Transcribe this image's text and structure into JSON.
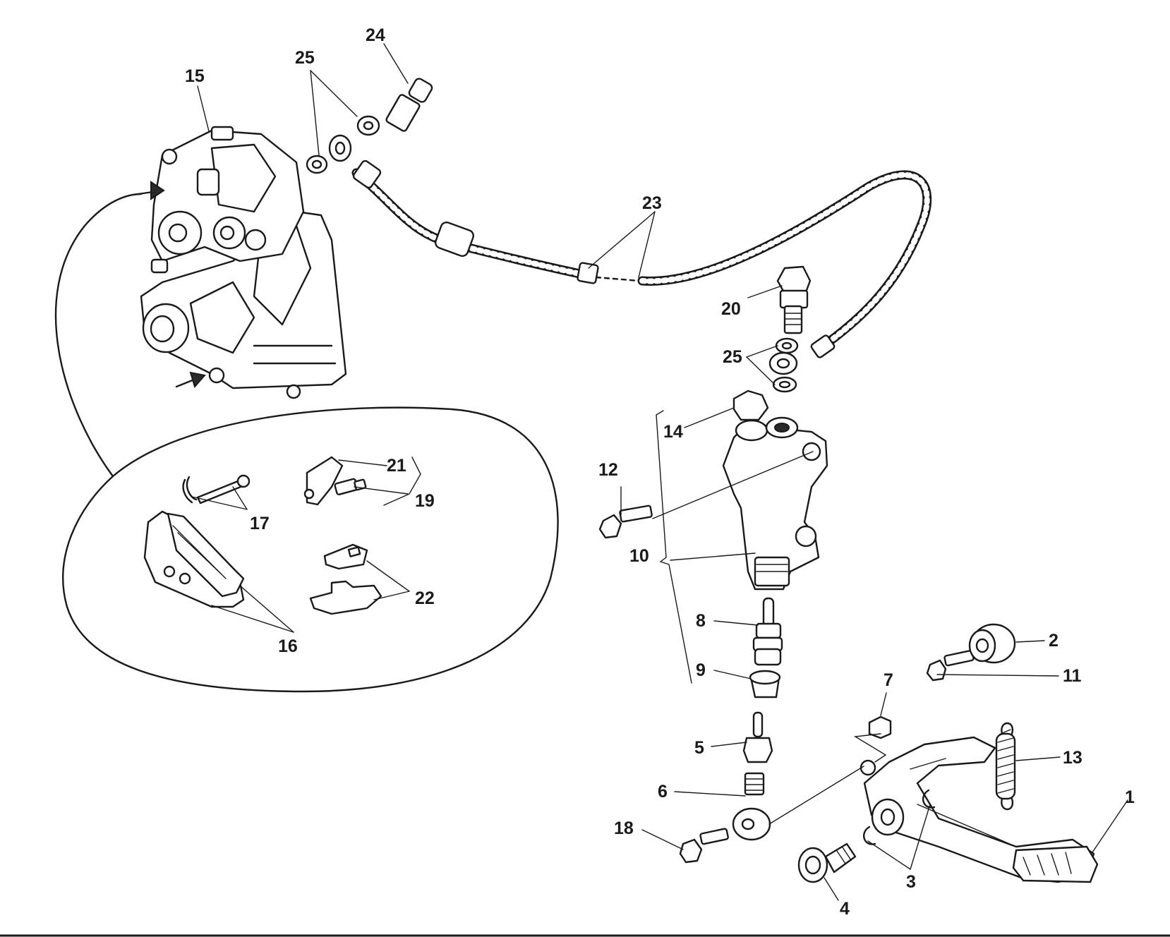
{
  "callouts": {
    "n1": "1",
    "n2": "2",
    "n3": "3",
    "n4": "4",
    "n5": "5",
    "n6": "6",
    "n7": "7",
    "n8": "8",
    "n9": "9",
    "n10": "10",
    "n11": "11",
    "n12": "12",
    "n13": "13",
    "n14": "14",
    "n15": "15",
    "n16": "16",
    "n17": "17",
    "n18": "18",
    "n19": "19",
    "n20": "20",
    "n21": "21",
    "n22": "22",
    "n23": "23",
    "n24": "24",
    "n25a": "25",
    "n25b": "25"
  },
  "colors": {
    "ink": "#1a1a1a",
    "background": "#ffffff"
  }
}
